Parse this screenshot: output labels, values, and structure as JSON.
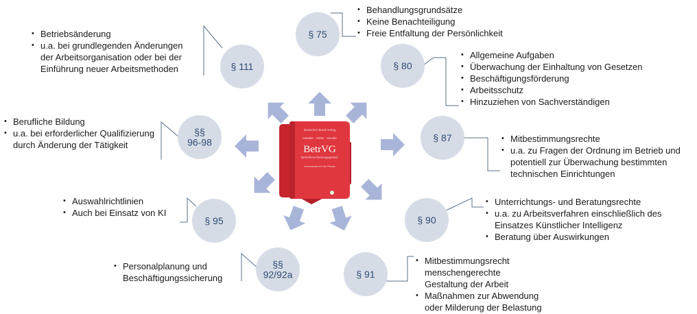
{
  "center_book": {
    "title": "BetrVG",
    "publisher": "Deutscher Bund-Verlag",
    "authors": "Däubler · Klebe · Wedde",
    "subtitle": "Betriebsverfassungsgesetz",
    "edition": "Kommentar für die Praxis"
  },
  "colors": {
    "circle": "#d6dce6",
    "arrow": "#a9b5d8",
    "line": "#5a6f86",
    "book": "#d9363c"
  },
  "nodes": [
    {
      "id": "s75",
      "label": [
        "§ 75"
      ],
      "items": [
        "Behandlungsgrundsätze",
        "Keine Benachteiligung",
        "Freie Entfaltung der Persönlichkeit"
      ]
    },
    {
      "id": "s80",
      "label": [
        "§ 80"
      ],
      "items": [
        "Allgemeine Aufgaben",
        "Überwachung der Einhaltung von Gesetzen",
        "Beschäftigungsförderung",
        "Arbeitsschutz",
        "Hinzuziehen von Sachverständigen"
      ]
    },
    {
      "id": "s87",
      "label": [
        "§ 87"
      ],
      "items": [
        "Mitbestimmungsrechte",
        "u.a. zu Fragen der Ordnung im Betrieb und potentiell zur Überwachung bestimmten technischen Einrichtungen"
      ]
    },
    {
      "id": "s90",
      "label": [
        "§ 90"
      ],
      "items": [
        "Unterrichtungs- und Beratungsrechte",
        "u.a. zu Arbeitsverfahren einschließlich des Einsatzes Künstlicher Intelligenz",
        "Beratung über Auswirkungen"
      ]
    },
    {
      "id": "s91",
      "label": [
        "§ 91"
      ],
      "items": [
        "Mitbestimmungsrecht menschengerechte Gestaltung der Arbeit",
        "Maßnahmen zur Abwendung oder Milderung der Belastung"
      ]
    },
    {
      "id": "s92",
      "label": [
        "§§",
        "92/92a"
      ],
      "items": [
        "Personalplanung und Beschäftigungssicherung"
      ]
    },
    {
      "id": "s95",
      "label": [
        "§ 95"
      ],
      "items": [
        "Auswahlrichtlinien",
        "Auch bei Einsatz von KI"
      ]
    },
    {
      "id": "s96",
      "label": [
        "§§",
        "96-98"
      ],
      "items": [
        "Berufliche Bildung",
        "u.a. bei erforderlicher Qualifizierung durch Änderung der Tätigkeit"
      ]
    },
    {
      "id": "s111",
      "label": [
        "§ 111"
      ],
      "items": [
        "Betriebsänderung",
        "u.a. bei grundlegenden Änderungen der Arbeitsorganisation oder bei der Einführung neuer Arbeitsmethoden"
      ]
    }
  ]
}
